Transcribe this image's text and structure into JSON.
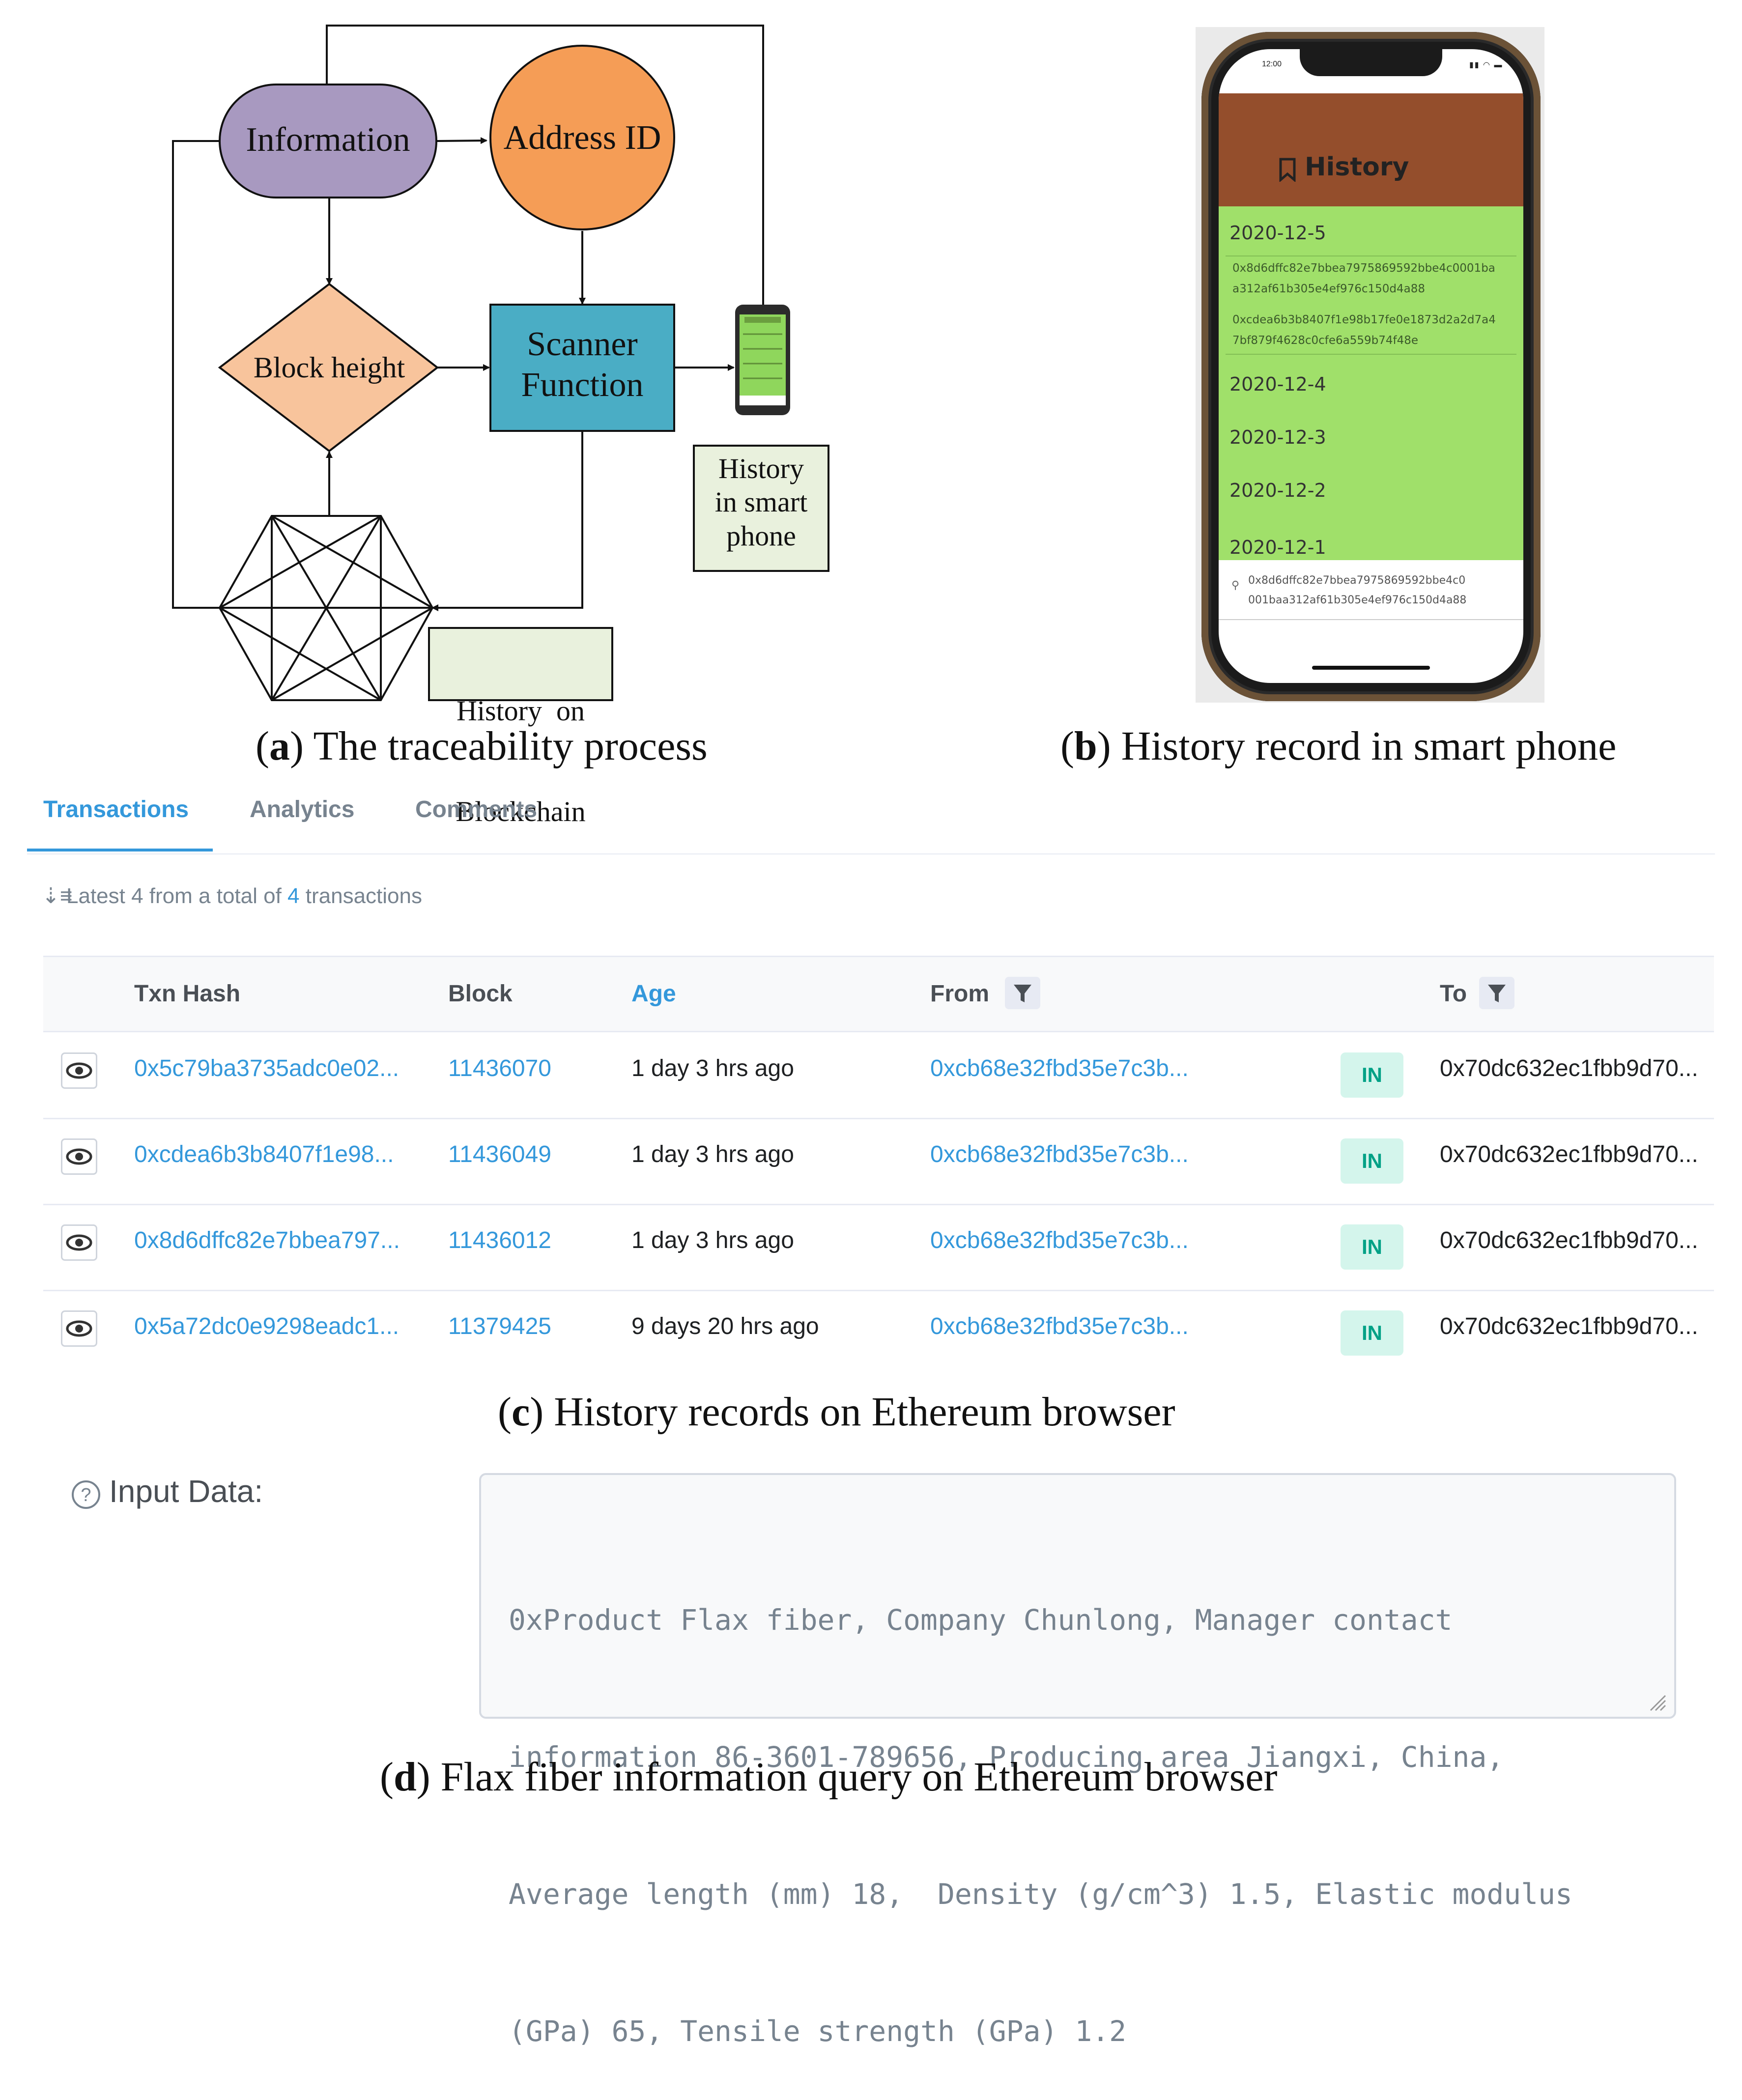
{
  "diagram": {
    "nodes": {
      "information": "Information",
      "address_id": "Address ID",
      "block_height": "Block height",
      "scanner_function": [
        "Scanner",
        "Function"
      ],
      "history_smart_phone": [
        "History",
        "in smart",
        "phone"
      ],
      "history_blockchain": [
        "History  on",
        "Blockchain"
      ]
    },
    "colors": {
      "information": "#a899c0",
      "address_id": "#f59d56",
      "block_height": "#f8c49c",
      "scanner_function": "#4aadc5",
      "note_box": "#e9f1dd"
    },
    "caption_label": "a",
    "caption_text": ") The traceability process"
  },
  "phone": {
    "status_time": "12:00",
    "header_title": "History",
    "header_color": "#944e2c",
    "list_color": "#a0e06a",
    "dates": [
      "2020-12-5",
      "2020-12-4",
      "2020-12-3",
      "2020-12-2",
      "2020-12-1"
    ],
    "hashes": [
      [
        "0x8d6dffc82e7bbea7975869592bbe4c0001ba",
        "a312af61b305e4ef976c150d4a88"
      ],
      [
        "0xcdea6b3b8407f1e98b17fe0e1873d2a2d7a4",
        "7bf879f4628c0cfe6a559b74f48e"
      ]
    ],
    "search_text": [
      "0x8d6dffc82e7bbea7975869592bbe4c0",
      "001baa312af61b305e4ef976c150d4a88"
    ],
    "caption_label": "b",
    "caption_text": ") History record in smart phone"
  },
  "explorer": {
    "tabs": [
      "Transactions",
      "Analytics",
      "Comments"
    ],
    "summary": {
      "prefix": "Latest ",
      "shown": "4",
      "middle": " from a total of ",
      "total": "4",
      "suffix": " transactions"
    },
    "columns": {
      "txn_hash": "Txn Hash",
      "block": "Block",
      "age": "Age",
      "from": "From",
      "to": "To"
    },
    "rows": [
      {
        "hash": "0x5c79ba3735adc0e02...",
        "block": "11436070",
        "age": "1 day 3 hrs ago",
        "from": "0xcb68e32fbd35e7c3b...",
        "direction": "IN",
        "to": "0x70dc632ec1fbb9d70..."
      },
      {
        "hash": "0xcdea6b3b8407f1e98...",
        "block": "11436049",
        "age": "1 day 3 hrs ago",
        "from": "0xcb68e32fbd35e7c3b...",
        "direction": "IN",
        "to": "0x70dc632ec1fbb9d70..."
      },
      {
        "hash": "0x8d6dffc82e7bbea797...",
        "block": "11436012",
        "age": "1 day 3 hrs ago",
        "from": "0xcb68e32fbd35e7c3b...",
        "direction": "IN",
        "to": "0x70dc632ec1fbb9d70..."
      },
      {
        "hash": "0x5a72dc0e9298eadc1...",
        "block": "11379425",
        "age": "9 days 20 hrs ago",
        "from": "0xcb68e32fbd35e7c3b...",
        "direction": "IN",
        "to": "0x70dc632ec1fbb9d70..."
      }
    ],
    "accent_color": "#3498db",
    "caption_label": "c",
    "caption_text": ") History records on Ethereum browser"
  },
  "input_data": {
    "label": "Input Data:",
    "lines": [
      "0xProduct Flax fiber, Company Chunlong, Manager contact",
      "information 86-3601-789656, Producing area Jiangxi, China,",
      "Average length (mm) 18,  Density (g/cm^3) 1.5, Elastic modulus",
      "(GPa) 65, Tensile strength (GPa) 1.2"
    ],
    "caption_label": "d",
    "caption_text": ") Flax fiber information query on Ethereum browser"
  }
}
